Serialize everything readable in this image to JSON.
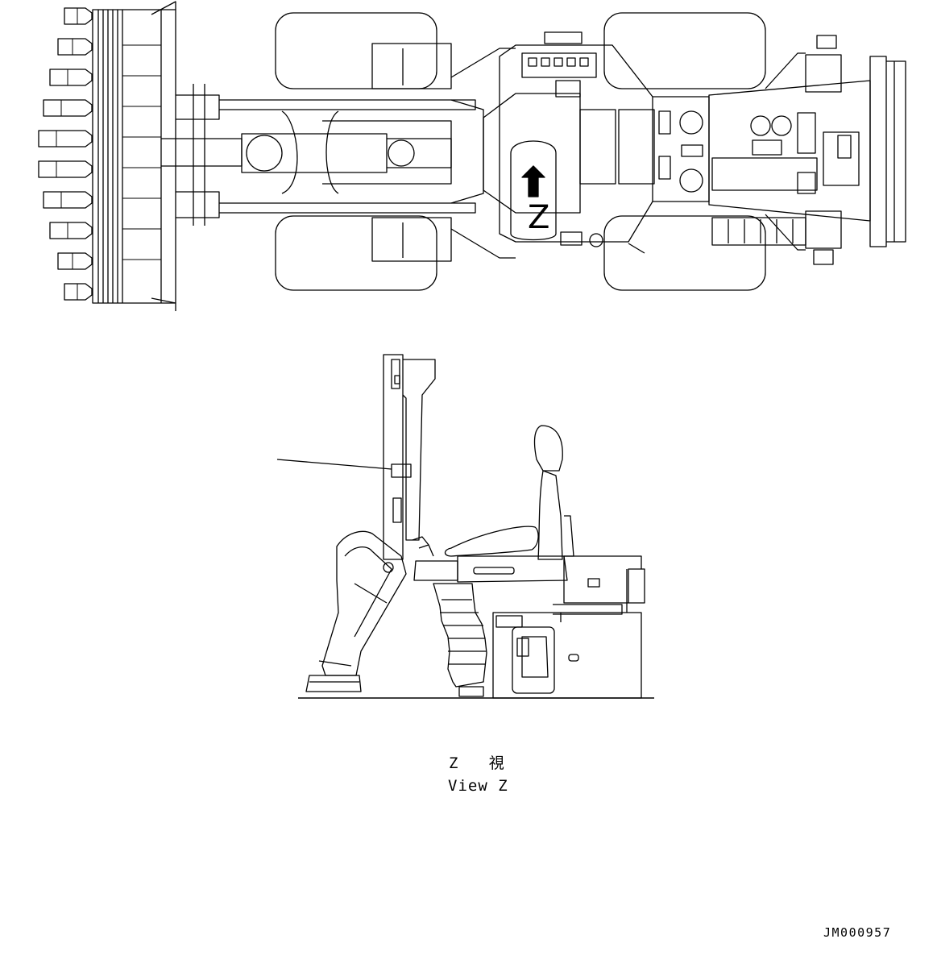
{
  "views": {
    "top_view": {
      "view_marker": "Z"
    },
    "side_view": {}
  },
  "captions": {
    "view_title_jp": "Z   視",
    "view_title_en": "View Z"
  },
  "drawing_number": "JM000957"
}
